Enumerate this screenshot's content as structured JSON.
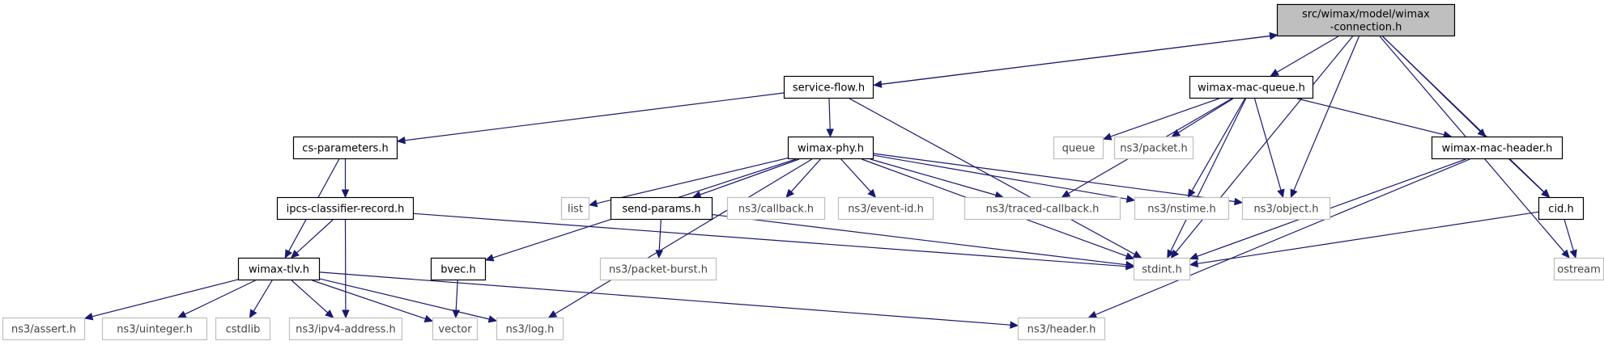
{
  "colors": {
    "edge": "#191970",
    "node_border": "#000000",
    "node_border_external": "#bfbfbf",
    "node_fill": "#ffffff",
    "node_fill_root": "#bfbfbf",
    "text": "#000000",
    "text_external": "#444444"
  },
  "nodes": {
    "connection": {
      "lines": [
        "src/wimax/model/wimax",
        "-connection.h"
      ],
      "kind": "root"
    },
    "service_flow": {
      "lines": [
        "service-flow.h"
      ],
      "kind": "internal"
    },
    "mac_queue": {
      "lines": [
        "wimax-mac-queue.h"
      ],
      "kind": "internal"
    },
    "cs_params": {
      "lines": [
        "cs-parameters.h"
      ],
      "kind": "internal"
    },
    "wimax_phy": {
      "lines": [
        "wimax-phy.h"
      ],
      "kind": "internal"
    },
    "queue": {
      "lines": [
        "queue"
      ],
      "kind": "external"
    },
    "ns3_packet": {
      "lines": [
        "ns3/packet.h"
      ],
      "kind": "external"
    },
    "mac_header": {
      "lines": [
        "wimax-mac-header.h"
      ],
      "kind": "internal"
    },
    "ipcs": {
      "lines": [
        "ipcs-classifier-record.h"
      ],
      "kind": "internal"
    },
    "list": {
      "lines": [
        "list"
      ],
      "kind": "external"
    },
    "send_params": {
      "lines": [
        "send-params.h"
      ],
      "kind": "internal"
    },
    "callback": {
      "lines": [
        "ns3/callback.h"
      ],
      "kind": "external"
    },
    "event_id": {
      "lines": [
        "ns3/event-id.h"
      ],
      "kind": "external"
    },
    "traced_cb": {
      "lines": [
        "ns3/traced-callback.h"
      ],
      "kind": "external"
    },
    "nstime": {
      "lines": [
        "ns3/nstime.h"
      ],
      "kind": "external"
    },
    "object": {
      "lines": [
        "ns3/object.h"
      ],
      "kind": "external"
    },
    "cid": {
      "lines": [
        "cid.h"
      ],
      "kind": "internal"
    },
    "wimax_tlv": {
      "lines": [
        "wimax-tlv.h"
      ],
      "kind": "internal"
    },
    "bvec": {
      "lines": [
        "bvec.h"
      ],
      "kind": "internal"
    },
    "packet_burst": {
      "lines": [
        "ns3/packet-burst.h"
      ],
      "kind": "external"
    },
    "stdint": {
      "lines": [
        "stdint.h"
      ],
      "kind": "external"
    },
    "ostream": {
      "lines": [
        "ostream"
      ],
      "kind": "external"
    },
    "assert": {
      "lines": [
        "ns3/assert.h"
      ],
      "kind": "external"
    },
    "uinteger": {
      "lines": [
        "ns3/uinteger.h"
      ],
      "kind": "external"
    },
    "cstdlib": {
      "lines": [
        "cstdlib"
      ],
      "kind": "external"
    },
    "ipv4": {
      "lines": [
        "ns3/ipv4-address.h"
      ],
      "kind": "external"
    },
    "vector": {
      "lines": [
        "vector"
      ],
      "kind": "external"
    },
    "log": {
      "lines": [
        "ns3/log.h"
      ],
      "kind": "external"
    },
    "header": {
      "lines": [
        "ns3/header.h"
      ],
      "kind": "external"
    }
  },
  "edges": [
    [
      "connection",
      "service_flow"
    ],
    [
      "service_flow",
      "connection"
    ],
    [
      "connection",
      "mac_queue"
    ],
    [
      "connection",
      "object"
    ],
    [
      "connection",
      "stdint"
    ],
    [
      "connection",
      "mac_header"
    ],
    [
      "connection",
      "cid"
    ],
    [
      "connection",
      "ostream"
    ],
    [
      "service_flow",
      "cs_params"
    ],
    [
      "service_flow",
      "wimax_phy"
    ],
    [
      "service_flow",
      "stdint"
    ],
    [
      "mac_queue",
      "queue"
    ],
    [
      "mac_queue",
      "ns3_packet"
    ],
    [
      "mac_queue",
      "traced_cb"
    ],
    [
      "mac_queue",
      "nstime"
    ],
    [
      "mac_queue",
      "object"
    ],
    [
      "mac_queue",
      "stdint"
    ],
    [
      "mac_queue",
      "mac_header"
    ],
    [
      "cs_params",
      "ipcs"
    ],
    [
      "cs_params",
      "wimax_tlv"
    ],
    [
      "wimax_phy",
      "list"
    ],
    [
      "wimax_phy",
      "send_params"
    ],
    [
      "wimax_phy",
      "callback"
    ],
    [
      "wimax_phy",
      "event_id"
    ],
    [
      "wimax_phy",
      "traced_cb"
    ],
    [
      "wimax_phy",
      "nstime"
    ],
    [
      "wimax_phy",
      "object"
    ],
    [
      "wimax_phy",
      "stdint"
    ],
    [
      "wimax_phy",
      "bvec"
    ],
    [
      "wimax_phy",
      "log"
    ],
    [
      "mac_header",
      "cid"
    ],
    [
      "mac_header",
      "stdint"
    ],
    [
      "mac_header",
      "header"
    ],
    [
      "ipcs",
      "wimax_tlv"
    ],
    [
      "ipcs",
      "ipv4"
    ],
    [
      "ipcs",
      "stdint"
    ],
    [
      "send_params",
      "packet_burst"
    ],
    [
      "send_params",
      "stdint"
    ],
    [
      "cid",
      "stdint"
    ],
    [
      "cid",
      "ostream"
    ],
    [
      "wimax_tlv",
      "assert"
    ],
    [
      "wimax_tlv",
      "uinteger"
    ],
    [
      "wimax_tlv",
      "cstdlib"
    ],
    [
      "wimax_tlv",
      "ipv4"
    ],
    [
      "wimax_tlv",
      "vector"
    ],
    [
      "wimax_tlv",
      "log"
    ],
    [
      "wimax_tlv",
      "header"
    ],
    [
      "bvec",
      "vector"
    ]
  ]
}
